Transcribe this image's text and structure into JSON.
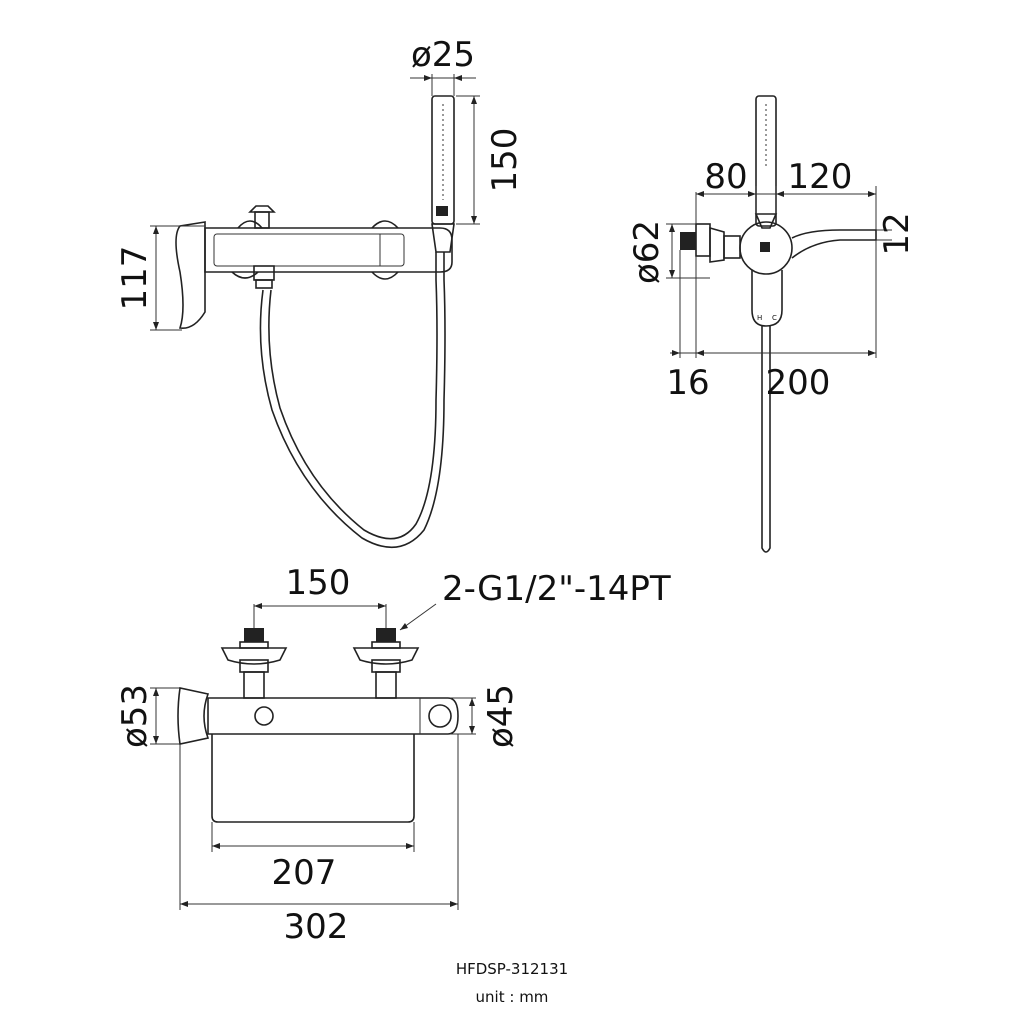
{
  "side_view": {
    "dim_hand_diameter": "ø25",
    "dim_hand_length": "150",
    "dim_height": "117"
  },
  "profile_view": {
    "dim_left": "80",
    "dim_right": "120",
    "dim_diameter": "ø62",
    "dim_small": "12",
    "dim_offset": "16",
    "dim_depth": "200",
    "lever_marks": [
      "H",
      "C"
    ]
  },
  "front_view": {
    "dim_centers": "150",
    "dim_thread": "2-G1/2\"-14PT",
    "dim_left_diameter": "ø53",
    "dim_right_diameter": "ø45",
    "dim_body": "207",
    "dim_total": "302"
  },
  "footer": {
    "model": "HFDSP-312131",
    "unit": "unit : mm"
  }
}
